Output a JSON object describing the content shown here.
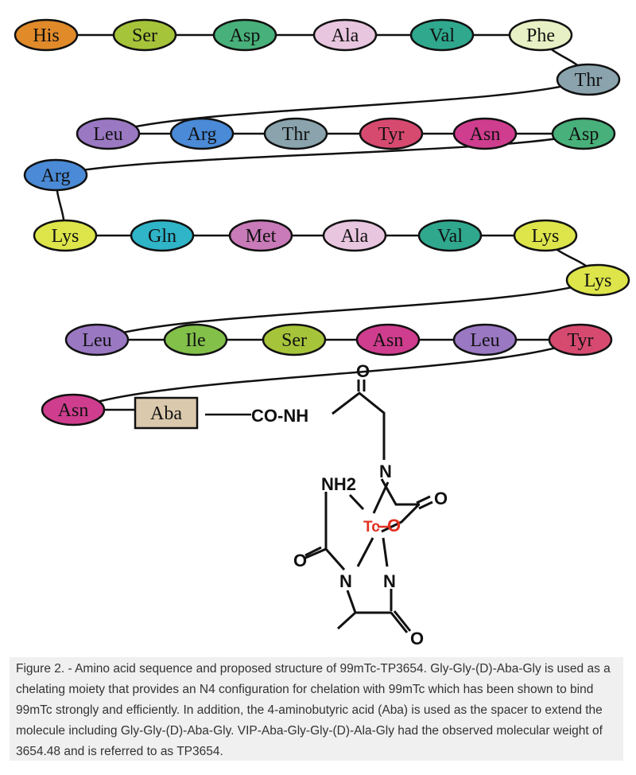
{
  "sequence_rows": [
    [
      "His",
      "Ser",
      "Asp",
      "Ala",
      "Val",
      "Phe"
    ],
    [
      "Thr"
    ],
    [
      "Leu",
      "Arg",
      "Thr",
      "Tyr",
      "Asn",
      "Asp"
    ],
    [
      "Arg"
    ],
    [
      "Lys",
      "Gln",
      "Met",
      "Ala",
      "Val",
      "Lys"
    ],
    [
      "Lys"
    ],
    [
      "Leu",
      "Ile",
      "Ser",
      "Asn",
      "Leu",
      "Tyr"
    ],
    [
      "Asn"
    ]
  ],
  "residue_colors": {
    "His": "#e08a2a",
    "Ser": "#a6c43a",
    "Asp": "#48b07a",
    "Ala": "#e9c6df",
    "Val": "#2fa88e",
    "Phe": "#e6f0c4",
    "Thr": "#8aa3ad",
    "Leu": "#9a78c2",
    "Arg": "#4a8ad6",
    "Tyr": "#d74a70",
    "Asn": "#cf3d8e",
    "Lys": "#dde54a",
    "Gln": "#2fb4c8",
    "Met": "#c97ab8",
    "Ile": "#82c04a"
  },
  "spacer_label": "Aba",
  "spacer_color": "#dbc9ad",
  "linker_label": "CO-NH",
  "chelate": {
    "atoms": {
      "o_top": "O",
      "n_upper": "N",
      "nh2": "NH2",
      "o_right": "O",
      "tc": "Tc",
      "tc_o": "O",
      "o_left": "O",
      "n_left": "N",
      "n_right": "N",
      "o_bottom": "O"
    },
    "metal_color": "#e0301e"
  },
  "caption": "Figure 2. - Amino acid sequence and proposed structure of 99mTc-TP3654. Gly-Gly-(D)-Aba-Gly is used as a chelating moiety that provides an N4 configuration for chelation with 99mTc which has been shown to bind 99mTc strongly and efficiently. In addition, the 4-aminobutyric acid (Aba) is used as the spacer to extend the molecule including Gly-Gly-(D)-Aba-Gly. VIP-Aba-Gly-Gly-(D)-Ala-Gly had the observed molecular weight of 3654.48 and is referred to as TP3654."
}
